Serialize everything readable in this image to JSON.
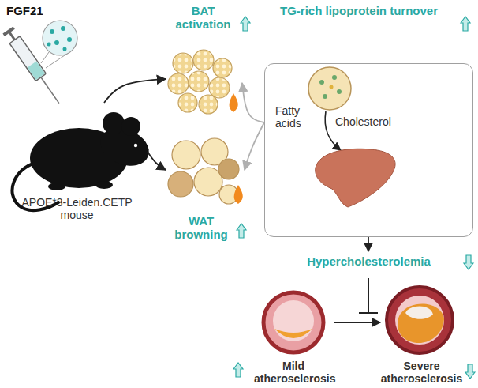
{
  "diagram": {
    "nodes": [
      {
        "text": [
          "BAT activation"
        ]
      },
      {
        "text": [
          "TG-rich lipoprotein turnover",
          "Fatty acids",
          "Cholesterol"
        ]
      },
      {
        "text": [
          "APOE*3-Leiden.CETP mouse"
        ]
      },
      {
        "text": [
          "WAT browning"
        ]
      },
      {
        "text": [
          "Hypercholesterolemia"
        ]
      },
      {
        "text": [
          "Mild atherosclerosis"
        ]
      },
      {
        "text": [
          "Severe atherosclerosis"
        ]
      }
    ],
    "edges": [
      {
        "from": 2,
        "to": 0,
        "arrow": "to"
      },
      {
        "from": 2,
        "to": 3,
        "arrow": "to"
      },
      {
        "from": 1,
        "to": 0,
        "arrow": "to"
      },
      {
        "from": 1,
        "to": 3,
        "arrow": "to"
      },
      {
        "from": 1,
        "to": 4,
        "arrow": "to"
      },
      {
        "from": 5,
        "to": 6,
        "arrow": "to"
      }
    ],
    "labels": [
      "FGF21"
    ]
  }
}
